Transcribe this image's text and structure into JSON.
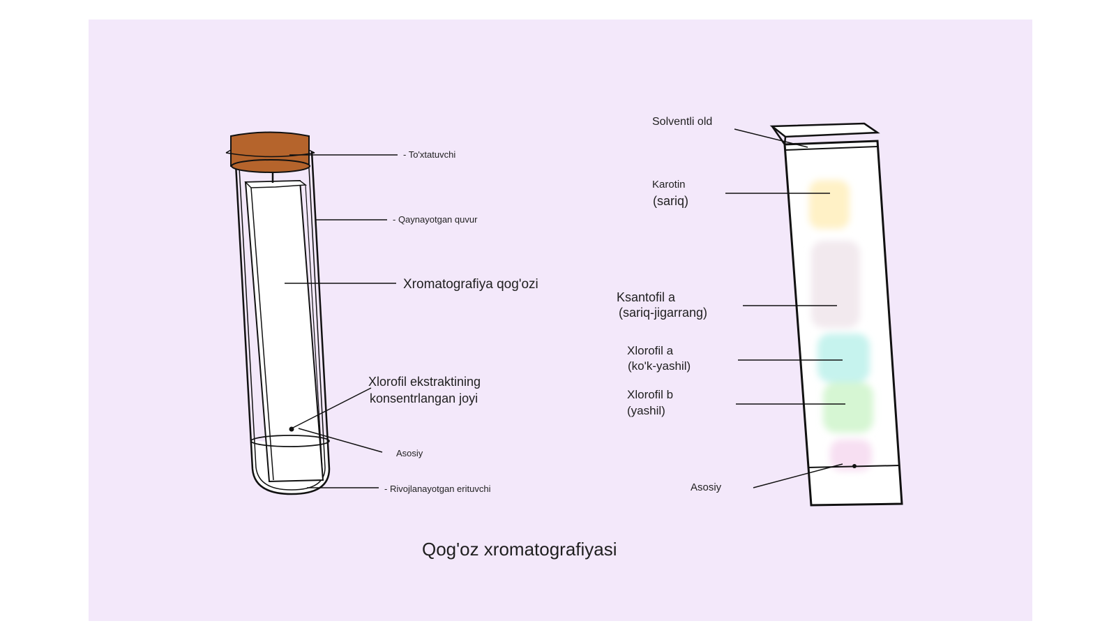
{
  "colors": {
    "background": "#f3e8fa",
    "stopper": "#b5642c",
    "outline": "#111111",
    "karotin_band": "#fff1c6",
    "ksantofil_band": "#f2e9ee",
    "xlorofil_a_band": "#c6f3ee",
    "xlorofil_b_band": "#d6f6d3",
    "asosiy_band": "#f7dff2"
  },
  "left_apparatus": {
    "stopper": "- To'xtatuvchi",
    "tube": "- Qaynayotgan quvur",
    "paper": "Xromatografiya qog'ozi",
    "spot_line1": "Xlorofil ekstraktining",
    "spot_line2": "konsentrlangan joyi",
    "origin": "Asosiy",
    "solvent": "- Rivojlanayotgan erituvchi"
  },
  "right_strip": {
    "solvent_front": "Solventli old",
    "karotin_line1": "Karotin",
    "karotin_line2": "(sariq)",
    "ksantofil_line1": "Ksantofil a",
    "ksantofil_line2": "(sariq-jigarrang)",
    "xlorofil_a_line1": "Xlorofil a",
    "xlorofil_a_line2": "(ko'k-yashil)",
    "xlorofil_b_line1": "Xlorofil b",
    "xlorofil_b_line2": "(yashil)",
    "origin": "Asosiy"
  },
  "caption": "Qog'oz xromatografiyasi"
}
